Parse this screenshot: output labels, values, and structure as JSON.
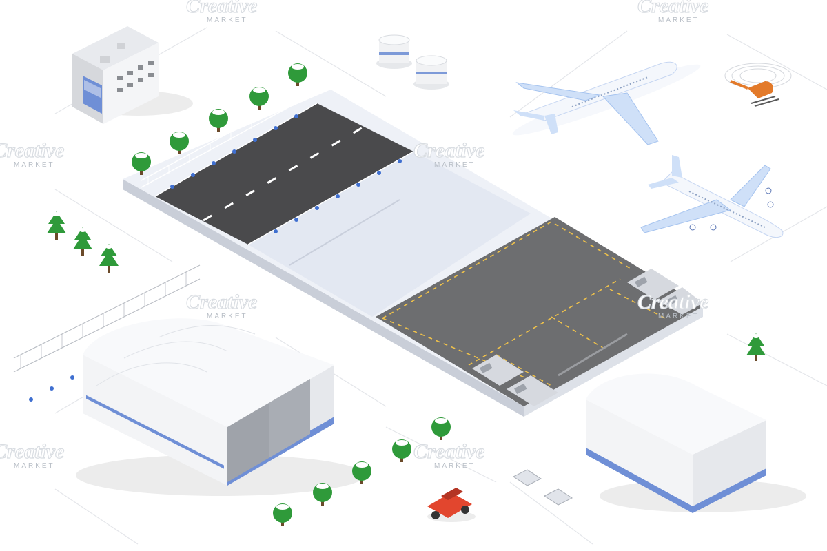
{
  "watermark": {
    "title": "Creative",
    "subtitle": "MARKET"
  },
  "colors": {
    "background": "#ffffff",
    "runway_asphalt": "#4a4a4c",
    "apron_asphalt": "#6d6e70",
    "snow": "#e9edf5",
    "building_wall": "#f3f4f6",
    "stripe_blue": "#6f8fd6",
    "tree_green": "#2f9a3a",
    "vehicle_red": "#e2462e",
    "helicopter_orange": "#e37a2a",
    "plane_accent": "#8fb6f0"
  },
  "scene_objects": [
    "control-building",
    "fuel-tanks",
    "runway-platform",
    "runway-strip",
    "apron-strip",
    "airliner-small",
    "airliner-large",
    "helicopter",
    "perimeter-fence",
    "trees",
    "hangar-left",
    "hangar-right",
    "tow-tractor",
    "manhole-pads"
  ]
}
